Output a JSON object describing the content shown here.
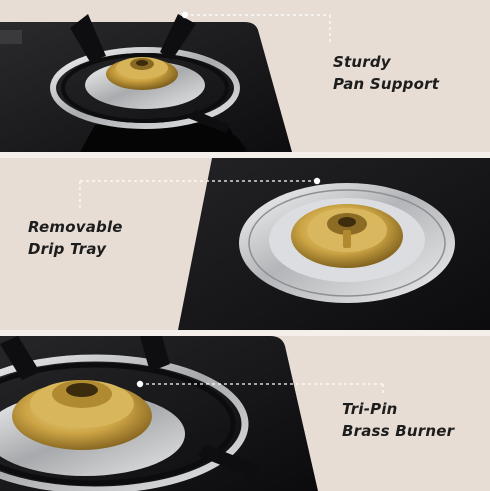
{
  "features": [
    {
      "line1": "Sturdy",
      "line2": "Pan Support"
    },
    {
      "line1": "Removable",
      "line2": "Drip Tray"
    },
    {
      "line1": "Tri-Pin",
      "line2": "Brass Burner"
    }
  ],
  "colors": {
    "background": "#e8ddd4",
    "glass_top": "#161618",
    "brass": "#c9a03e",
    "steel": "#cfd0d2",
    "text": "#1d1d1d"
  }
}
